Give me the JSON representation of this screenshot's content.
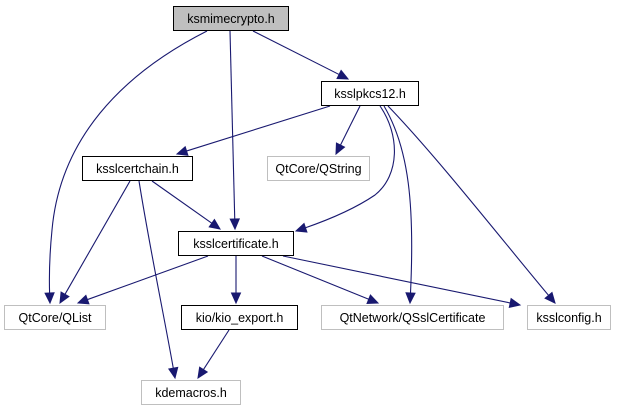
{
  "diagram": {
    "type": "include-dependency-graph",
    "colors": {
      "edge": "#191970",
      "root_fill": "#bfbfbf",
      "local_border": "#000000",
      "external_border": "#bfbfbf"
    },
    "nodes": [
      {
        "id": "ksmimecrypto",
        "label": "ksmimecrypto.h",
        "kind": "root"
      },
      {
        "id": "ksslpkcs12",
        "label": "ksslpkcs12.h",
        "kind": "local"
      },
      {
        "id": "ksslcertchain",
        "label": "ksslcertchain.h",
        "kind": "local"
      },
      {
        "id": "qstring",
        "label": "QtCore/QString",
        "kind": "external"
      },
      {
        "id": "ksslcertificate",
        "label": "ksslcertificate.h",
        "kind": "local"
      },
      {
        "id": "qlist",
        "label": "QtCore/QList",
        "kind": "external"
      },
      {
        "id": "kio_export",
        "label": "kio/kio_export.h",
        "kind": "local"
      },
      {
        "id": "qsslcertificate",
        "label": "QtNetwork/QSslCertificate",
        "kind": "external"
      },
      {
        "id": "ksslconfig",
        "label": "ksslconfig.h",
        "kind": "external"
      },
      {
        "id": "kdemacros",
        "label": "kdemacros.h",
        "kind": "external"
      }
    ],
    "edges": [
      {
        "from": "ksmimecrypto",
        "to": "qlist"
      },
      {
        "from": "ksmimecrypto",
        "to": "ksslcertificate"
      },
      {
        "from": "ksmimecrypto",
        "to": "ksslpkcs12"
      },
      {
        "from": "ksslpkcs12",
        "to": "ksslcertchain"
      },
      {
        "from": "ksslpkcs12",
        "to": "qstring"
      },
      {
        "from": "ksslpkcs12",
        "to": "ksslcertificate"
      },
      {
        "from": "ksslpkcs12",
        "to": "qsslcertificate"
      },
      {
        "from": "ksslpkcs12",
        "to": "ksslconfig"
      },
      {
        "from": "ksslcertchain",
        "to": "qlist"
      },
      {
        "from": "ksslcertchain",
        "to": "kdemacros"
      },
      {
        "from": "ksslcertchain",
        "to": "ksslcertificate"
      },
      {
        "from": "ksslcertificate",
        "to": "qlist"
      },
      {
        "from": "ksslcertificate",
        "to": "kio_export"
      },
      {
        "from": "ksslcertificate",
        "to": "qsslcertificate"
      },
      {
        "from": "ksslcertificate",
        "to": "ksslconfig"
      },
      {
        "from": "kio_export",
        "to": "kdemacros"
      }
    ]
  }
}
